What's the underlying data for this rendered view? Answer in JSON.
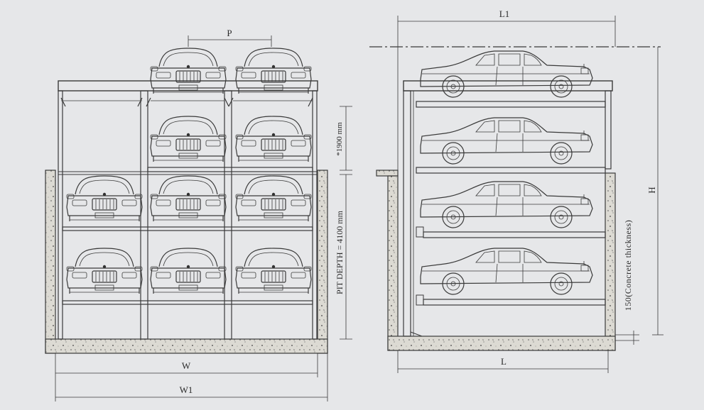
{
  "front_view": {
    "dim_pitch": "P",
    "dim_level_height": "*1900 mm",
    "dim_pit_depth": "PIT DEPTH = 4100 mm",
    "dim_inner_width": "W",
    "dim_outer_width": "W1"
  },
  "side_view": {
    "dim_outer_length": "L1",
    "dim_inner_length": "L",
    "dim_total_height": "H",
    "dim_concrete": "150(Concrete thickness)"
  },
  "colors": {
    "background": "#e6e7e9",
    "line": "#3a3a3a",
    "concrete": "#d8d6cf"
  }
}
